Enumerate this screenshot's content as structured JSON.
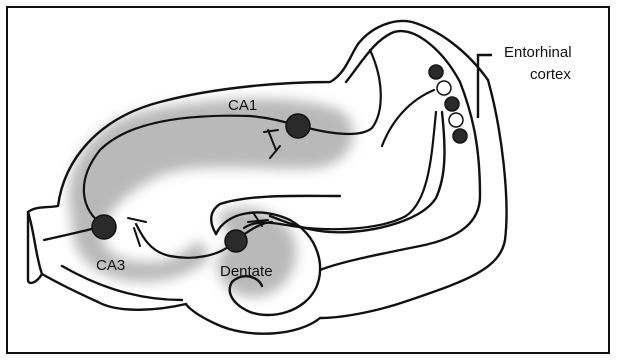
{
  "labels": {
    "ca1": "CA1",
    "ca3": "CA3",
    "dentate": "Dentate",
    "entorhinal_line1": "Entorhinal",
    "entorhinal_line2": "cortex"
  },
  "colors": {
    "ink": "#111111",
    "shading": "#b9b9b9",
    "neuron_dark": "#2a2a2a",
    "neuron_light": "#ffffff"
  }
}
